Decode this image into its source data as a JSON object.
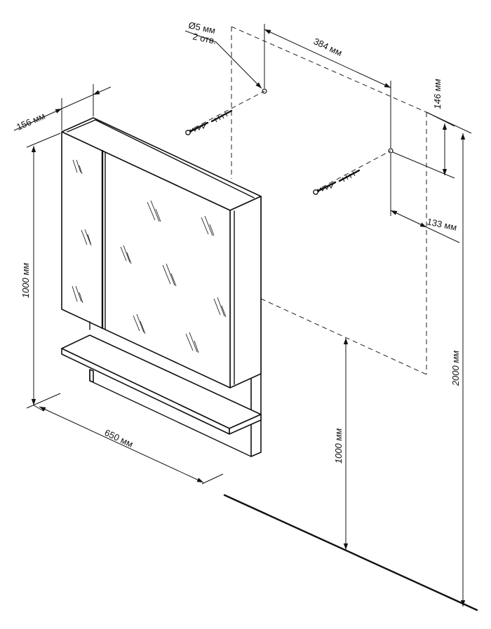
{
  "dimensions": {
    "depth": "156 мм",
    "cabinet_height": "1000 мм",
    "width": "650 мм",
    "hole_spacing": "384 мм",
    "hole_diameter": "Ø5 мм",
    "hole_count": "2 отв.",
    "hole_offset_top": "146 мм",
    "hole_offset_side": "133 мм",
    "mount_height": "1000 мм",
    "total_height": "2000 мм"
  }
}
